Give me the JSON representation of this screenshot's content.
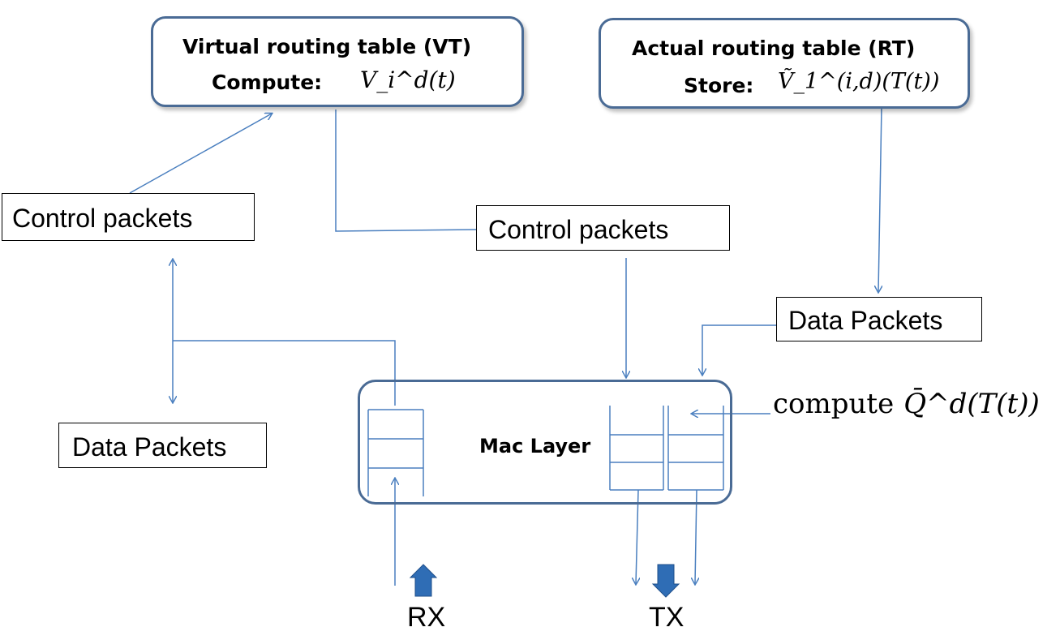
{
  "vt_box": {
    "title": "Virtual routing table (VT)",
    "action_label": "Compute:",
    "formula": "V_i^d(t)"
  },
  "rt_box": {
    "title": "Actual routing table (RT)",
    "action_label": "Store:",
    "formula": "Ṽ_1^(i,d)(T(t))"
  },
  "left_control": "Control packets",
  "center_control": "Control packets",
  "right_data": "Data Packets",
  "left_data": "Data Packets",
  "mac_label": "Mac Layer",
  "compute_label": "compute",
  "compute_formula": "Q̄^d(T(t))",
  "rx_label": "RX",
  "tx_label": "TX",
  "colors": {
    "box_border": "#4a6b95",
    "wire": "#4a7fbf",
    "big_arrow": "#2f6db5"
  }
}
